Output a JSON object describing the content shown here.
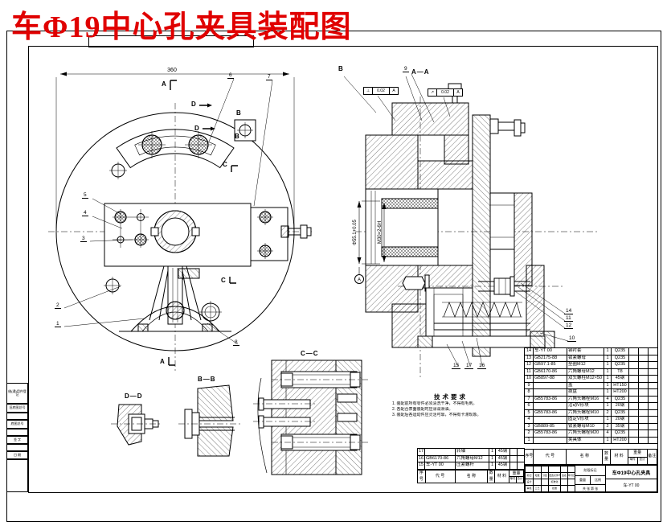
{
  "sheet": {
    "title": "车Φ19中心孔夹具装配图",
    "title_color": "#e00000"
  },
  "view_labels": {
    "aa": "A—A",
    "bb": "B—B",
    "cc": "C—C",
    "dd": "D—D"
  },
  "section_letters": {
    "a": "A",
    "b": "B",
    "c": "C",
    "d": "D"
  },
  "dims": {
    "front_width": "360",
    "bore": "Φ55.1+0.05",
    "thread": "M30×2-6H",
    "datum": "A"
  },
  "tolerances": [
    {
      "symbol": "⊥",
      "value": "0.02",
      "datum": "A"
    },
    {
      "symbol": "↗",
      "value": "0.02",
      "datum": "A"
    }
  ],
  "callouts": {
    "c1": "1",
    "c2": "2",
    "c3": "3",
    "c4": "4",
    "c5": "5",
    "c6": "6",
    "c7": "7",
    "c8": "8",
    "c9": "9",
    "c10": "10",
    "c11": "11",
    "c12": "12",
    "c14": "14",
    "c15": "15",
    "c16": "16",
    "c17": "17",
    "b_top": "B"
  },
  "tech_req": {
    "heading": "技术要求",
    "items": [
      "1. 装配前所有零件必须清洗干净，不得有毛刺。",
      "2. 各配合表面装配时应涂润滑油。",
      "3. 装配后各运动件应灵活可靠，不得有卡滞现象。"
    ]
  },
  "bom": {
    "header": {
      "no": "序号",
      "code": "代  号",
      "name": "名  称",
      "qty": "数量",
      "mat": "材  料",
      "weight": "重量",
      "unit": "单件",
      "total": "总计",
      "note": "备注"
    },
    "main_rows": [
      {
        "no": "14",
        "code": "车-YT 00",
        "name": "钢衬套",
        "qty": "1",
        "mat": "Q235"
      },
      {
        "no": "13",
        "code": "GB2175-88",
        "name": "锁紧螺母",
        "qty": "1",
        "mat": "Q235"
      },
      {
        "no": "12",
        "code": "GB97.1-85",
        "name": "垫圈M12",
        "qty": "1",
        "mat": "Q235"
      },
      {
        "no": "11",
        "code": "GB6170-86",
        "name": "六角螺母M12",
        "qty": "1",
        "mat": "T8"
      },
      {
        "no": "10",
        "code": "GB897-88",
        "name": "双头螺柱M12×50",
        "qty": "1",
        "mat": "45钢"
      },
      {
        "no": "9",
        "code": "",
        "name": "盖",
        "qty": "1",
        "mat": "HT150"
      },
      {
        "no": "8",
        "code": "",
        "name": "拨盘",
        "qty": "1",
        "mat": "HT200"
      },
      {
        "no": "7",
        "code": "GB5783-86",
        "name": "六角头螺栓M16",
        "qty": "4",
        "mat": "Q235"
      },
      {
        "no": "6",
        "code": "",
        "name": "活动V形块",
        "qty": "1",
        "mat": "20钢"
      },
      {
        "no": "5",
        "code": "GB5783-86",
        "name": "六角头螺栓M10",
        "qty": "2",
        "mat": "Q235"
      },
      {
        "no": "4",
        "code": "",
        "name": "固定V形块",
        "qty": "1",
        "mat": "20钢"
      },
      {
        "no": "3",
        "code": "GB889-85",
        "name": "锁紧螺母M10",
        "qty": "2",
        "mat": "35钢"
      },
      {
        "no": "2",
        "code": "GB5783-86",
        "name": "六角头螺栓M20",
        "qty": "4",
        "mat": "Q235"
      },
      {
        "no": "1",
        "code": "",
        "name": "夹具体",
        "qty": "1",
        "mat": "HT200"
      }
    ],
    "ext_rows": [
      {
        "no": "17",
        "code": "",
        "name": "转轴",
        "qty": "1",
        "mat": "45钢"
      },
      {
        "no": "16",
        "code": "GB6170-86",
        "name": "六角螺母M12",
        "qty": "1",
        "mat": "45钢"
      },
      {
        "no": "15",
        "code": "车-YT 00",
        "name": "压紧螺杆",
        "qty": "1",
        "mat": "45钢"
      }
    ]
  },
  "titleblock": {
    "title": "车Φ19中心孔夹具",
    "drawing_no": "车-YT 00",
    "stage": "阶段标记",
    "weight": "重量",
    "scale": "比例",
    "sheets": "共 张 第 张",
    "revision_rows": [
      [
        "",
        "",
        "",
        "",
        "",
        ""
      ],
      [
        "标记",
        "处数",
        "分区",
        "更改文件号",
        "签名",
        "年月日"
      ],
      [
        "设计",
        "",
        "",
        "标准化",
        "",
        ""
      ],
      [
        "审核",
        "工艺",
        "",
        "批准",
        "",
        ""
      ]
    ]
  },
  "margin_fields": [
    "借(通)用件登记",
    "旧底图总号",
    "底图总号",
    "签 字",
    "日 期"
  ]
}
